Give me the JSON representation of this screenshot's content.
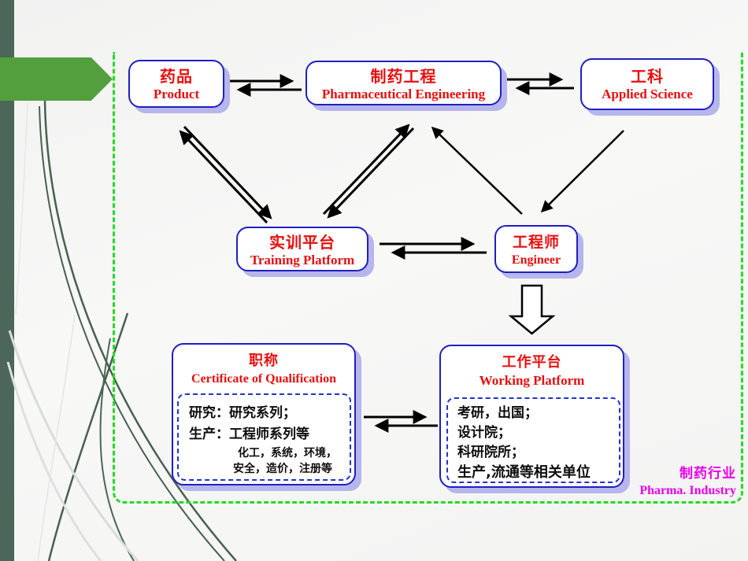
{
  "boxes": {
    "product": {
      "zh": "药品",
      "en": "Product"
    },
    "pharmaceutical_engineering": {
      "zh": "制药工程",
      "en": "Pharmaceutical Engineering"
    },
    "applied_science": {
      "zh": "工科",
      "en": "Applied Science"
    },
    "training_platform": {
      "zh": "实训平台",
      "en": "Training Platform"
    },
    "engineer": {
      "zh": "工程师",
      "en": "Engineer"
    },
    "qualification": {
      "zh": "职称",
      "en": "Certificate of Qualification",
      "lines": [
        "研究：研究系列；",
        "生产：工程师系列等"
      ],
      "sub_lines": [
        "化工，系统，环境，",
        "安全，造价，注册等"
      ]
    },
    "working_platform": {
      "zh": "工作平台",
      "en": "Working Platform",
      "lines": [
        "考研，出国；",
        "设计院；",
        "科研院所；",
        "生产,流通等相关单位"
      ]
    }
  },
  "footer": {
    "zh": "制药行业",
    "en": "Pharma. Industry"
  },
  "colors": {
    "box_border_blue": "#1f1fc0",
    "box_shadow_periwinkle": "#b6b6ec",
    "title_red": "#e60f0f",
    "frame_dash_green": "#22dd22",
    "banner_green": "#539f3e",
    "sidebar_green": "#4c665a",
    "footer_magenta": "#e800e8",
    "body_text_black": "#0d0d0d",
    "arrow_black": "#000000"
  }
}
